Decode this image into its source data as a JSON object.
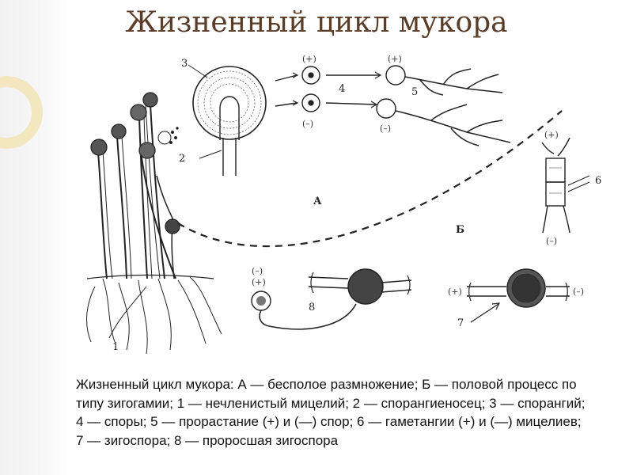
{
  "title": "Жизненный цикл мукора",
  "labels": {
    "n1": "1",
    "n2": "2",
    "n3": "3",
    "n4": "4",
    "n5": "5",
    "n6": "6",
    "n7": "7",
    "n8": "8",
    "A": "А",
    "B": "Б"
  },
  "signs": {
    "plus": "(+)",
    "minus": "(–)"
  },
  "caption": "Жизненный цикл мукора: А — бесполое размножение; Б — половой процесс по типу зигогамии; 1 — нечленистый мицелий; 2 — спорангиеносец; 3 — спорангий; 4 — споры; 5 — прорастание (+) и (—) спор; 6 — гаметангии (+) и (—) мицелиев; 7 — зигоспора; 8 — проросшая зигоспора"
}
